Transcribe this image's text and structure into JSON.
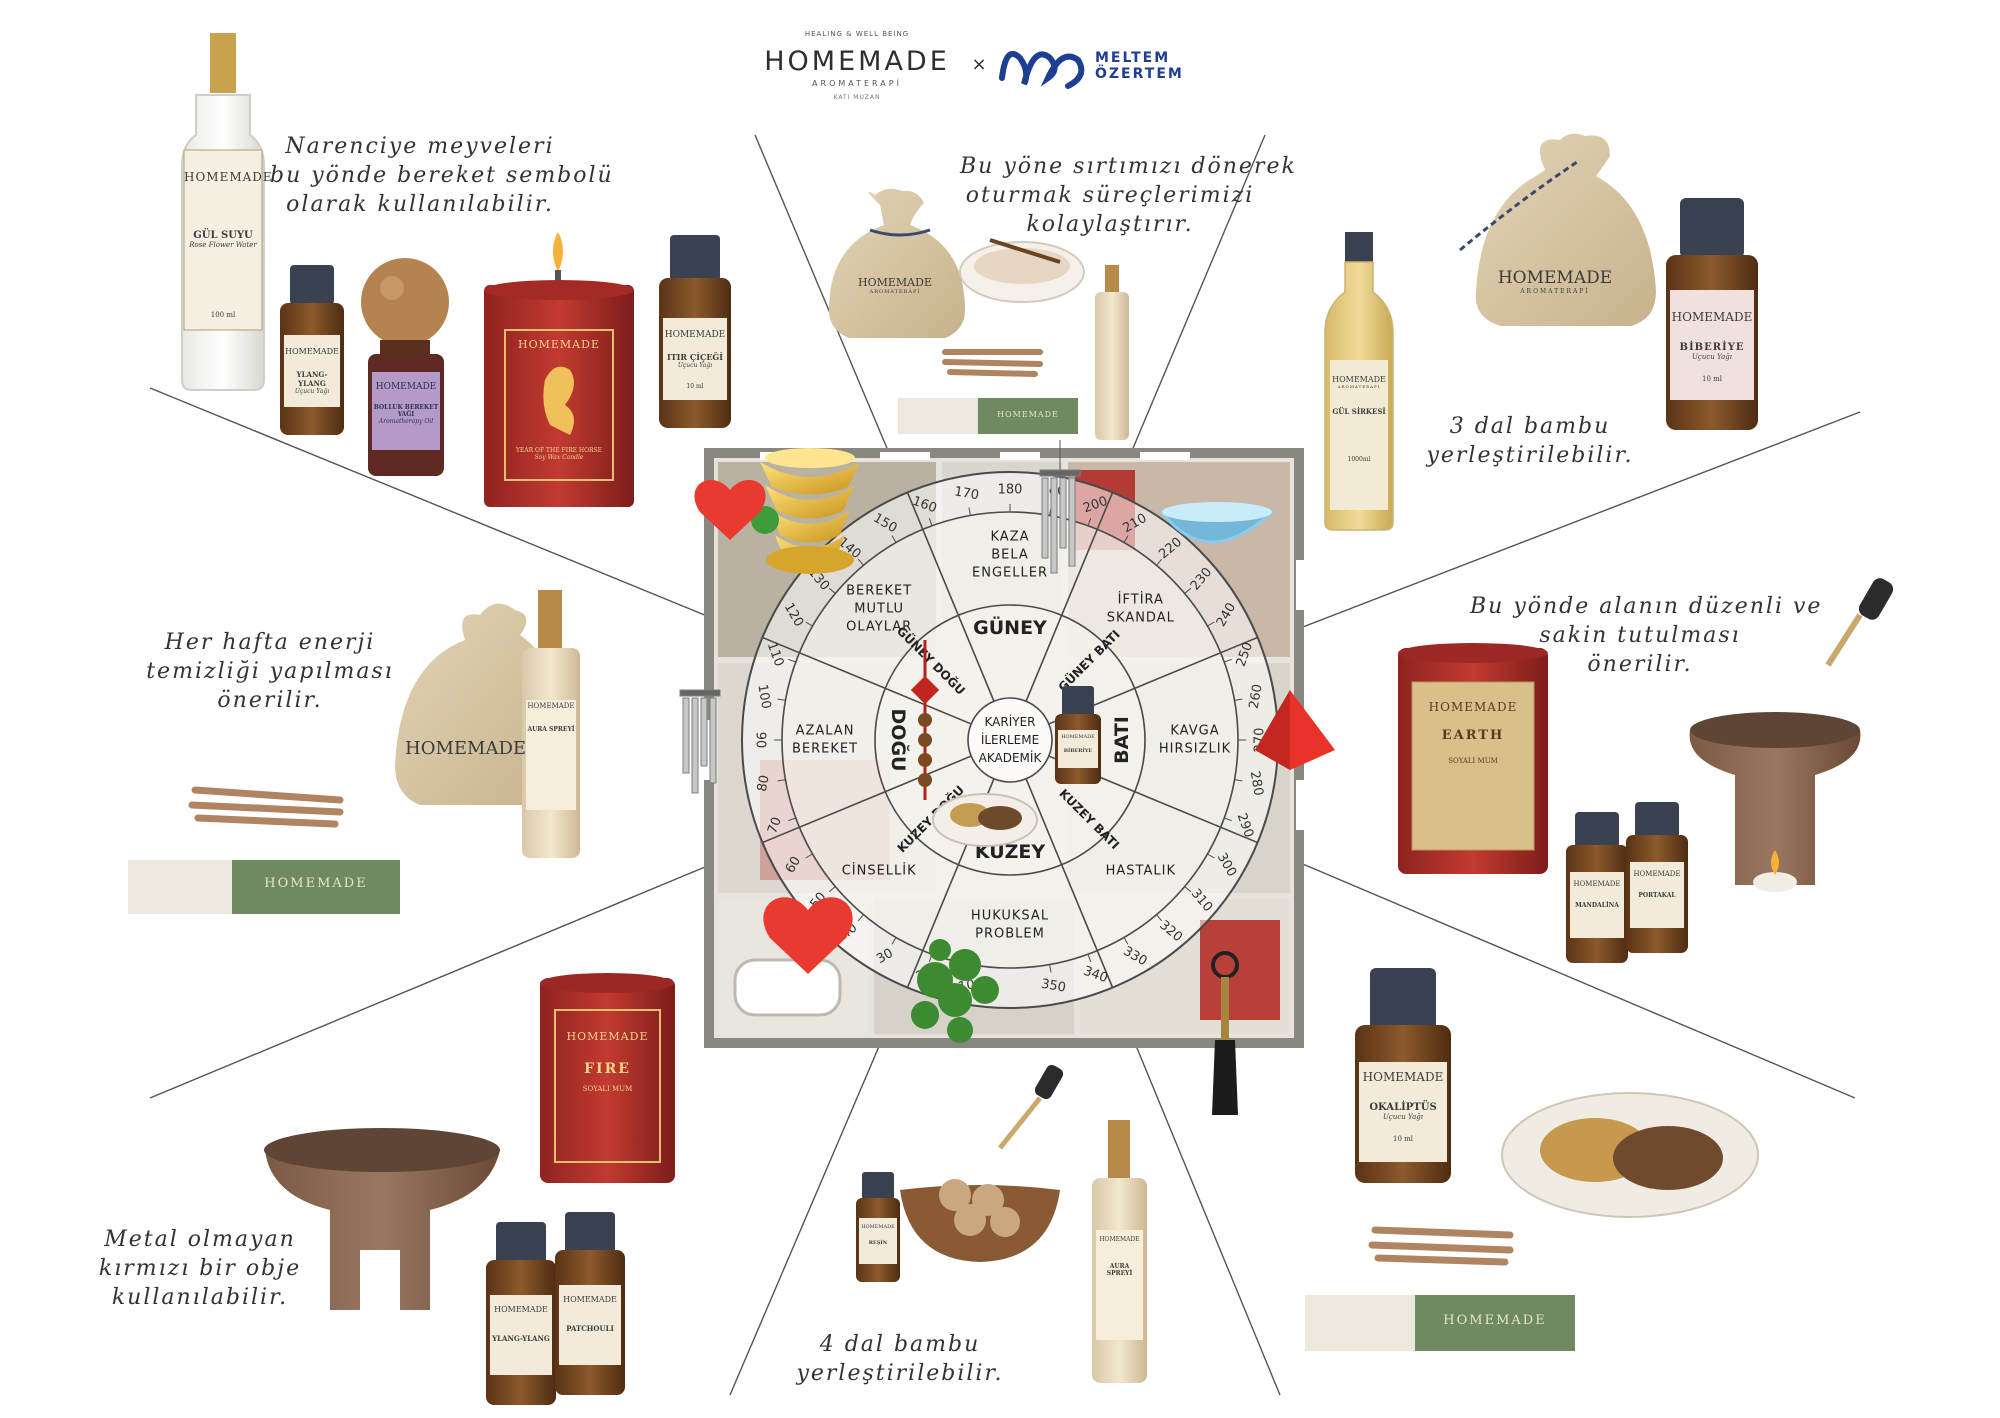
{
  "header": {
    "brand_left_top": "HEALING & WELL BEING",
    "brand_left": "HOMEMADE",
    "brand_left_sub": "AROMATERAPİ",
    "brand_left_sub2": "KATI MUZAN",
    "separator": "×",
    "brand_right_line1": "MELTEM",
    "brand_right_line2": "ÖZERTEM"
  },
  "notes": {
    "northeast_top": [
      "Narenciye meyveleri",
      "bu yönde bereket sembolü",
      "olarak kullanılabilir."
    ],
    "south_top": [
      "Bu yöne sırtımızı dönerek",
      "oturmak süreçlerimizi",
      "kolaylaştırır."
    ],
    "southwest_top": [
      "3 dal bambu",
      "yerleştirilebilir."
    ],
    "east_left": [
      "Her hafta enerji",
      "temizliği yapılması",
      "önerilir."
    ],
    "west_right": [
      "Bu yönde alanın düzenli ve",
      "sakin tutulması",
      "önerilir."
    ],
    "southeast_bottom_left": [
      "Metal olmayan",
      "kırmızı bir obje",
      "kullanılabilir."
    ],
    "north_bottom": [
      "4 dal bambu",
      "yerleştirilebilir."
    ]
  },
  "products": {
    "gul_suyu": {
      "brand": "HOMEMADE",
      "name": "GÜL SUYU",
      "sub": "Rose Flower Water",
      "size": "100 ml"
    },
    "ylang_ylang_top": {
      "brand": "HOMEMADE",
      "name": "YLANG-YLANG",
      "sub": "Uçucu Yağı"
    },
    "bolluk_bereket": {
      "brand": "HOMEMADE",
      "name": "BOLLUK BEREKET YAĞI",
      "sub": "Aromatherapy Oil"
    },
    "fire_horse_candle": {
      "brand": "HOMEMADE",
      "name": "YEAR OF THE FIRE HORSE",
      "sub": "Soy Wax Candle"
    },
    "itir_cicegi": {
      "brand": "HOMEMADE",
      "name": "ITIR ÇİÇEĞİ",
      "sub": "Uçucu Yağı",
      "size": "10 ml"
    },
    "sack_top": {
      "brand": "HOMEMADE",
      "sub": "AROMATERAPİ"
    },
    "incense_box_top": {
      "brand": "HOMEMADE"
    },
    "gul_sirkesi": {
      "brand": "HOMEMADE",
      "sub": "AROMATERAPİ",
      "name": "GÜL SİRKESİ",
      "size": "1000ml"
    },
    "sack_right": {
      "brand": "HOMEMADE",
      "sub": "AROMATERAPİ"
    },
    "biberiye": {
      "brand": "HOMEMADE",
      "name": "BİBERİYE",
      "sub": "Uçucu Yağı",
      "size": "10 ml"
    },
    "sack_left": {
      "brand": "HOMEMADE"
    },
    "aura_spray_left": {
      "brand": "HOMEMADE",
      "name": "AURA SPREYİ"
    },
    "incense_box_left": {
      "brand": "HOMEMADE"
    },
    "earth_candle": {
      "brand": "HOMEMADE",
      "name": "EARTH",
      "sub": "SOYALI MUM"
    },
    "mandalina": {
      "brand": "HOMEMADE",
      "name": "MANDALİNA"
    },
    "portakal": {
      "brand": "HOMEMADE",
      "name": "PORTAKAL"
    },
    "fire_candle": {
      "brand": "HOMEMADE",
      "name": "FIRE",
      "sub": "SOYALI MUM"
    },
    "ylang_ylang_bottom": {
      "brand": "HOMEMADE",
      "name": "YLANG-YLANG"
    },
    "patchouli": {
      "brand": "HOMEMADE",
      "name": "PATCHOULI"
    },
    "reshin": {
      "brand": "HOMEMADE",
      "name": "REŞİN"
    },
    "aura_spray_bottom": {
      "brand": "HOMEMADE",
      "name": "AURA SPREYİ"
    },
    "okaliptus": {
      "brand": "HOMEMADE",
      "name": "OKALİPTÜS",
      "sub": "Uçucu Yağı",
      "size": "10 ml"
    },
    "incense_box_right": {
      "brand": "HOMEMADE"
    },
    "biberiye_small": {
      "brand": "HOMEMADE",
      "name": "BİBERİYE"
    }
  },
  "compass": {
    "center": [
      "KARİYER",
      "İLERLEME",
      "AKADEMİK"
    ],
    "directions": {
      "south": "GÜNEY",
      "southwest": "GÜNEY BATI",
      "west": "BATI",
      "northwest": "KUZEY BATI",
      "north": "KUZEY",
      "northeast": "KUZEY DOĞU",
      "east": "DOĞU",
      "southeast": "GÜNEY DOĞU"
    },
    "zones": {
      "south": [
        "KAZA",
        "BELA",
        "ENGELLER"
      ],
      "southwest": [
        "İFTİRA",
        "SKANDAL"
      ],
      "west": [
        "KAVGA",
        "HIRSIZLIK"
      ],
      "northwest": [
        "HASTALIK"
      ],
      "north": [
        "HUKUKSAL",
        "PROBLEM"
      ],
      "northeast": [
        "CİNSELLİK"
      ],
      "east": [
        "AZALAN",
        "BEREKET"
      ],
      "southeast": [
        "BEREKET",
        "MUTLU",
        "OLAYLAR"
      ]
    },
    "degrees": [
      "10",
      "20",
      "30",
      "40",
      "50",
      "60",
      "70",
      "80",
      "90",
      "100",
      "110",
      "120",
      "130",
      "140",
      "150",
      "160",
      "170",
      "180",
      "190",
      "200",
      "210",
      "220",
      "230",
      "240",
      "250",
      "260",
      "270",
      "280",
      "290",
      "300",
      "310",
      "320",
      "330",
      "340",
      "350"
    ]
  },
  "colors": {
    "text": "#333333",
    "brand_blue": "#1d3e93",
    "heart_red": "#e83a2f",
    "candle_red": "#b3312b",
    "oil_amber": "#7a4a22",
    "kraft": "#d9c7a6",
    "sage": "#6e8a5e",
    "floor_gray": "#cfcac0"
  }
}
